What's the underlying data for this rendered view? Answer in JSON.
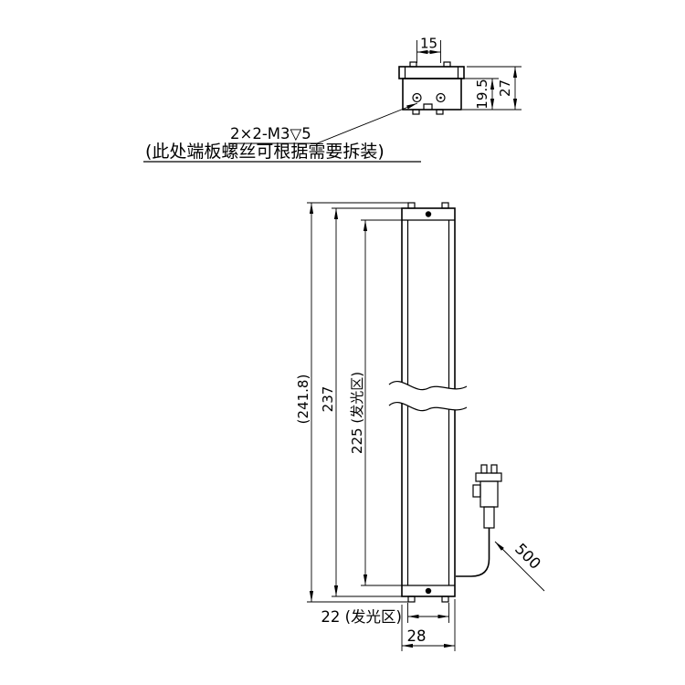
{
  "section_view": {
    "dim_width": "15",
    "dim_height_partial": "19.5",
    "dim_height_total": "27",
    "thread_callout": "2×2-M3▽5",
    "thread_note": "(此处端板螺丝可根据需要拆装)"
  },
  "front_view": {
    "dim_overall_length": "(241.8)",
    "dim_body_length": "237",
    "dim_glow_length": "225 (发光区)",
    "dim_glow_width": "22 (发光区)",
    "dim_body_width": "28"
  },
  "cable": {
    "dim_length": "500"
  },
  "colors": {
    "line": "#000000",
    "background": "#ffffff"
  }
}
